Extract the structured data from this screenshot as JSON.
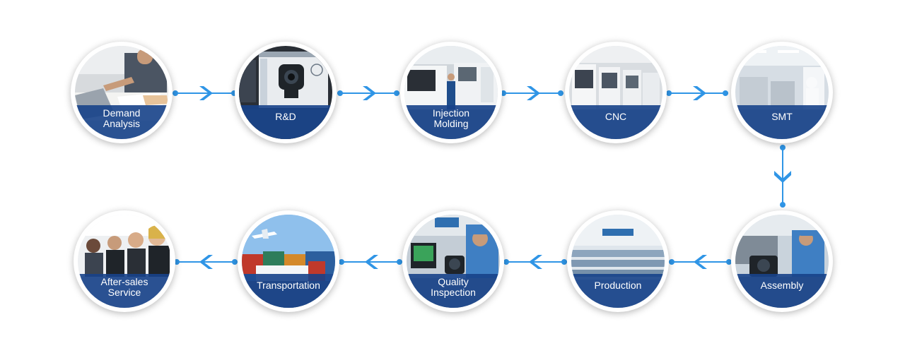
{
  "colors": {
    "accent": "#2f95e6",
    "band": "#17428a"
  },
  "steps": [
    {
      "id": "demand-analysis",
      "lines": [
        "Demand",
        "Analysis"
      ],
      "icon": "business-meeting-photo"
    },
    {
      "id": "rd",
      "lines": [
        "R&D"
      ],
      "icon": "cad-workstation-photo"
    },
    {
      "id": "injection-molding",
      "lines": [
        "Injection",
        "Molding"
      ],
      "icon": "injection-machine-photo"
    },
    {
      "id": "cnc",
      "lines": [
        "CNC"
      ],
      "icon": "cnc-machines-photo"
    },
    {
      "id": "smt",
      "lines": [
        "SMT"
      ],
      "icon": "smt-cleanroom-photo"
    },
    {
      "id": "assembly",
      "lines": [
        "Assembly"
      ],
      "icon": "assembly-worker-photo"
    },
    {
      "id": "production",
      "lines": [
        "Production"
      ],
      "icon": "production-floor-photo"
    },
    {
      "id": "quality-inspection",
      "lines": [
        "Quality",
        "Inspection"
      ],
      "icon": "inspection-worker-photo"
    },
    {
      "id": "transportation",
      "lines": [
        "Transportation"
      ],
      "icon": "cargo-logistics-photo"
    },
    {
      "id": "after-sales-service",
      "lines": [
        "After-sales",
        "Service"
      ],
      "icon": "call-center-photo"
    }
  ]
}
